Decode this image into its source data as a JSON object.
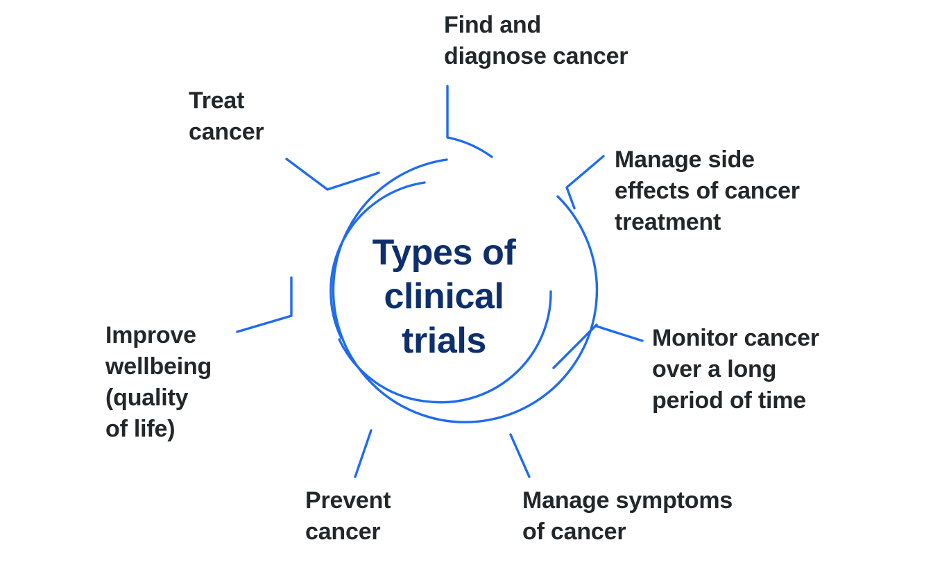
{
  "diagram": {
    "type": "radial-hub-and-spoke",
    "title": "Types of clinical trials",
    "center": {
      "label": "Types of\nclinical\ntrials",
      "text_color": "#0d2f6e"
    },
    "colors": {
      "background": "#ffffff",
      "arc_line": "#1f6bf0",
      "connector_line": "#1f6bf0",
      "center_text": "#0d2f6e",
      "label_text": "#22272b"
    },
    "rings": [
      {
        "name": "outer-ring",
        "radius": 190,
        "gap_degrees": 14
      },
      {
        "name": "inner-ring",
        "radius": 158,
        "gap_degrees": 22
      }
    ],
    "spokes": [
      {
        "id": "find-diagnose",
        "label": "Find and\ndiagnose cancer",
        "position": "top"
      },
      {
        "id": "treat",
        "label": "Treat\ncancer",
        "position": "top-left"
      },
      {
        "id": "manage-side",
        "label": "Manage side\neffects of cancer\ntreatment",
        "position": "top-right"
      },
      {
        "id": "improve",
        "label": "Improve\nwellbeing\n(quality\nof life)",
        "position": "left"
      },
      {
        "id": "monitor",
        "label": "Monitor cancer\nover a long\nperiod of time",
        "position": "right"
      },
      {
        "id": "prevent",
        "label": "Prevent\ncancer",
        "position": "bottom-left"
      },
      {
        "id": "manage-symptoms",
        "label": "Manage symptoms\nof cancer",
        "position": "bottom-right"
      }
    ]
  }
}
